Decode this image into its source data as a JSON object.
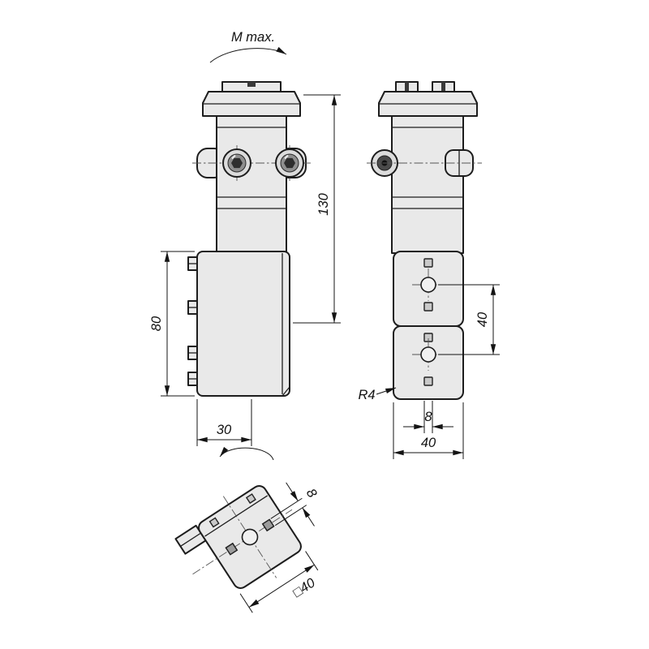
{
  "drawing": {
    "type": "technical-dimension-drawing",
    "part": "swivel clamping element, three views (front, side, rotated bottom)"
  },
  "style": {
    "part_fill": "#e9e9e9",
    "outline": "#1d1d1d",
    "dimension_color": "#141414",
    "background": "#ffffff"
  },
  "labels": {
    "m_max": "M max.",
    "dim_130": "130",
    "dim_80": "80",
    "dim_30": "30",
    "dim_40_pitch": "40",
    "dim_8_side": "8",
    "r4": "R4",
    "dim_40_width": "40",
    "dim_8_bottom": "8",
    "dim_square_40": "□40"
  }
}
